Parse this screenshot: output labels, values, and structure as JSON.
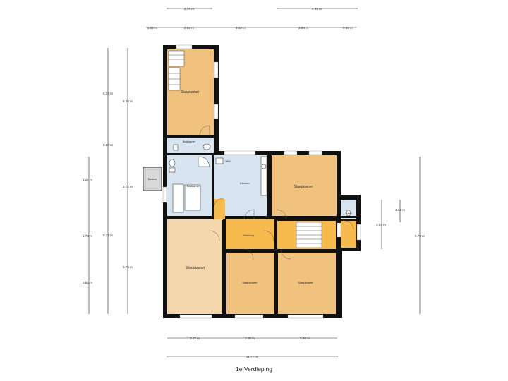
{
  "floor_title": "1e Verdieping",
  "colors": {
    "bedroom": "#f0c27e",
    "living": "#f4d7ac",
    "bath": "#d8e5f1",
    "hall": "#f6ba4e",
    "wall": "#111111"
  },
  "rooms": {
    "slaapkamer_top": "Slaapkamer",
    "badkamer_top": "Badkamer",
    "badkamer": "Badkamer",
    "keuken": "Keuken",
    "slaapkamer_right": "Slaapkamer",
    "toilet": "Toilet",
    "overloop": "Overloop",
    "woonkamer": "Woonkamer",
    "slaapkamer_mid": "Slaapkamer",
    "slaapkamer_bottom_right": "Slaapkamer",
    "balkon": "Balkon"
  },
  "labels": {
    "wm": "WM"
  },
  "dimensions": {
    "top1": "2.76 m",
    "top2": "4.95 m",
    "row2_1": "1.02 m",
    "row2_2": "2.62 m",
    "row2_3": "3.43 m",
    "row2_4": "3.98 m",
    "row2_5": "0.86 m",
    "left_a1": "6.28 m",
    "left_a2": "0.90 m",
    "left_a3": "1.27 m",
    "left_a4": "1.74 m",
    "left_a5": "3.83 m",
    "left_b1": "9.77 m",
    "left_c1": "6.28 m",
    "left_c2": "3.72 m",
    "left_c3": "5.75 m",
    "right_1": "3.04 m",
    "right_2": "1.12 m",
    "right_3": "9.77 m",
    "bottom1": "3.47 m",
    "bottom2": "3.06 m",
    "bottom3": "3.56 m",
    "bottom_total": "11.77 m"
  }
}
